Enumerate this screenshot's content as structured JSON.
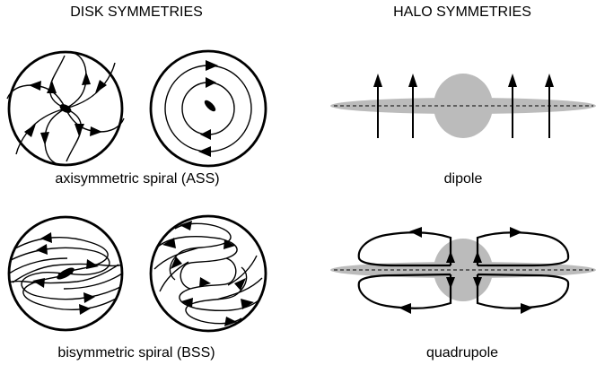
{
  "headings": {
    "disk": "DISK SYMMETRIES",
    "halo": "HALO SYMMETRIES"
  },
  "captions": {
    "ass": "axisymmetric spiral (ASS)",
    "bss": "bisymmetric spiral (BSS)",
    "dipole": "dipole",
    "quadrupole": "quadrupole"
  },
  "colors": {
    "ink": "#000000",
    "shade": "#bbbbbb",
    "background": "#ffffff"
  }
}
